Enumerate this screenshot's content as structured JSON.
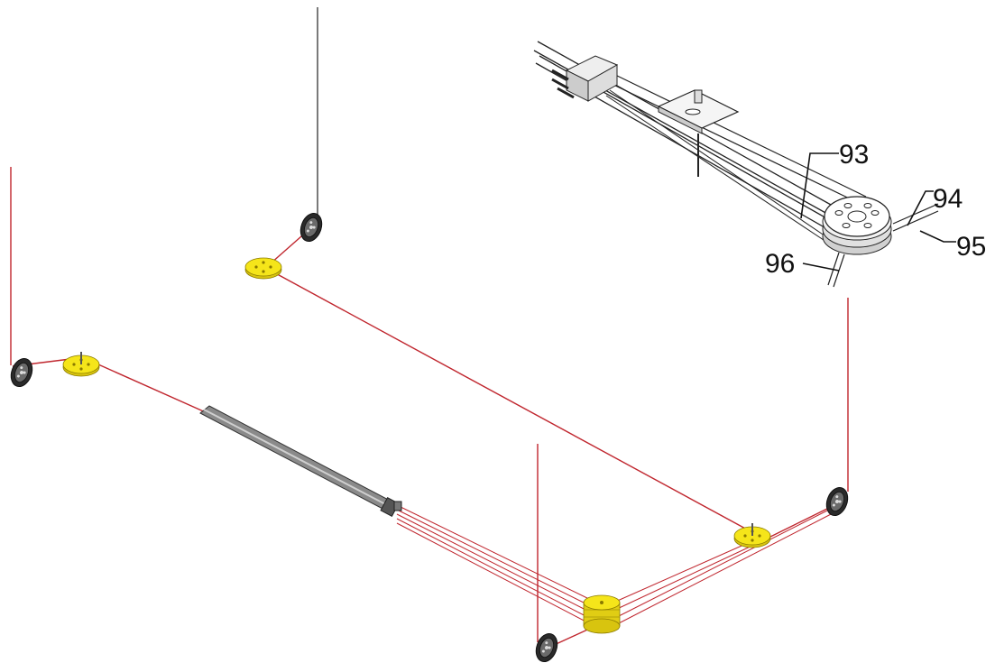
{
  "diagram": {
    "callouts": [
      {
        "id": "callout-93",
        "text": "93"
      },
      {
        "id": "callout-94",
        "text": "94"
      },
      {
        "id": "callout-95",
        "text": "95"
      },
      {
        "id": "callout-96",
        "text": "96"
      }
    ],
    "colors": {
      "rope": "#c0262e",
      "pulley_yellow": "#f5e51a",
      "sheave_dark": "#2a2a2a",
      "outline": "#222222"
    },
    "icons": [
      "dark-sheave-icon",
      "yellow-pulley-icon",
      "spring-rod-icon",
      "bracket-pulley-icon"
    ]
  }
}
